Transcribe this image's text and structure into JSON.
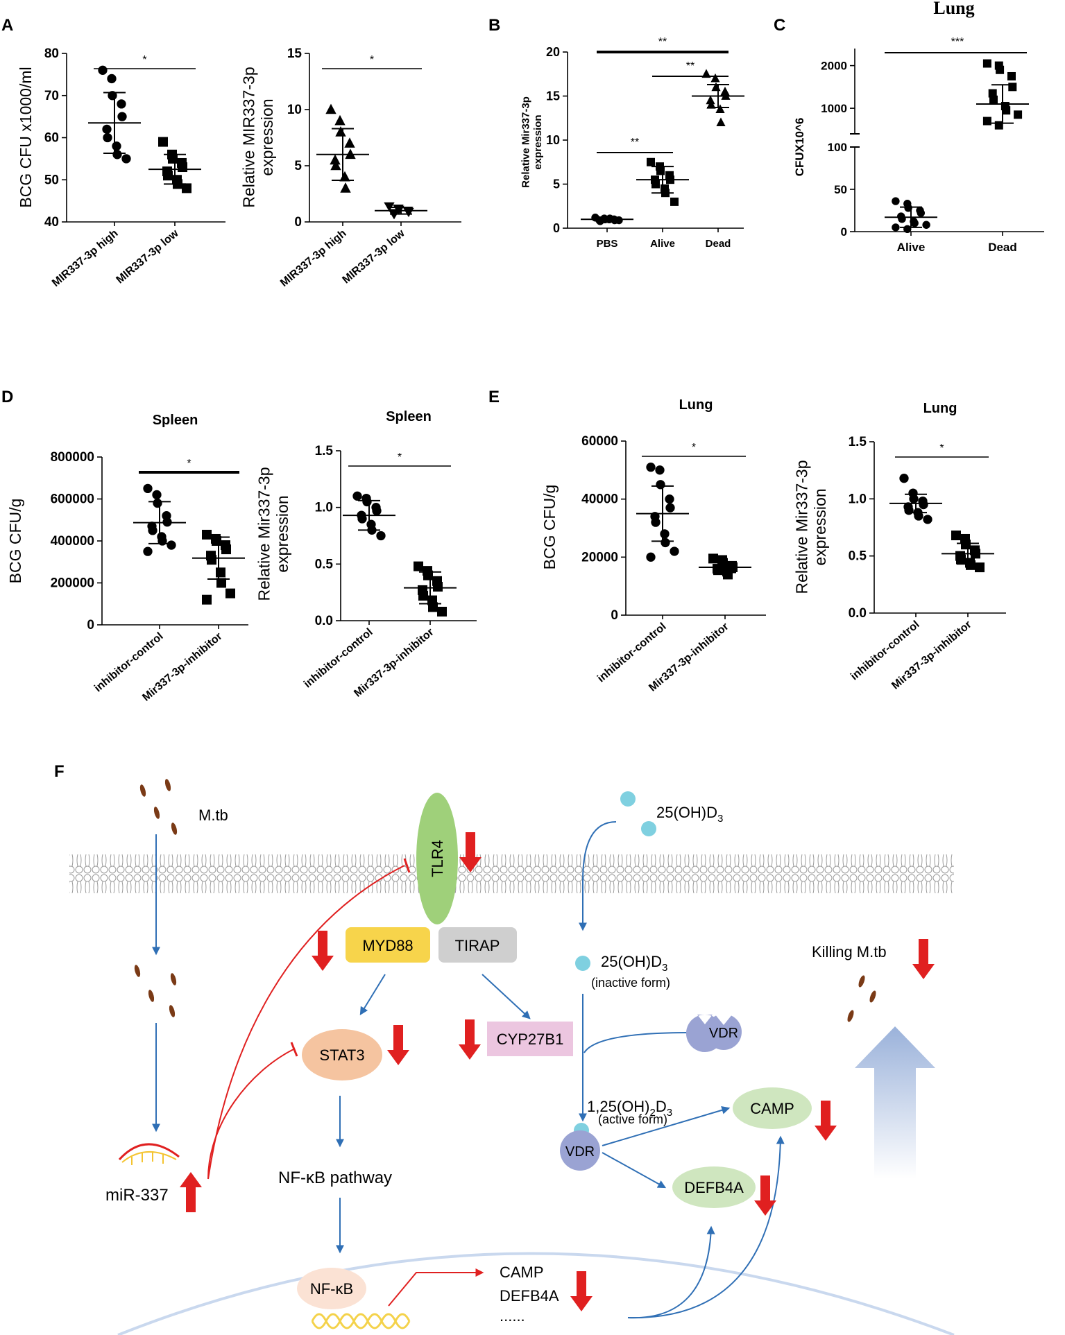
{
  "panel_labels": {
    "A": "A",
    "B": "B",
    "C": "C",
    "D": "D",
    "E": "E",
    "F": "F"
  },
  "chart_data": [
    {
      "id": "A1",
      "type": "scatter",
      "title": "",
      "ylabel": "BCG CFU x1000/ml",
      "categories": [
        "MIR337-3p high",
        "MIR337-3p low"
      ],
      "ylim": [
        40,
        80
      ],
      "yticks": [
        40,
        50,
        60,
        70,
        80
      ],
      "ytick_labels": [
        "40",
        "50",
        "60",
        "70",
        "80"
      ],
      "sig": "*",
      "series": [
        {
          "marker": "circle",
          "mean": 63.5,
          "sd": 7.2,
          "values": [
            76,
            74,
            70,
            68,
            65,
            62,
            60,
            58,
            56,
            55
          ]
        },
        {
          "marker": "square",
          "mean": 52.5,
          "sd": 3.5,
          "values": [
            59,
            56,
            55,
            54,
            53,
            52,
            51,
            50,
            49,
            48
          ]
        }
      ]
    },
    {
      "id": "A2",
      "type": "scatter",
      "title": "",
      "ylabel": "Relative MIR337-3p\nexpression",
      "categories": [
        "MIR337-3p high",
        "MIR337-3p low"
      ],
      "ylim": [
        0,
        15
      ],
      "yticks": [
        0,
        5,
        10,
        15
      ],
      "ytick_labels": [
        "0",
        "5",
        "10",
        "15"
      ],
      "sig": "*",
      "series": [
        {
          "marker": "triangle",
          "mean": 6,
          "sd": 2.3,
          "values": [
            10,
            9,
            8,
            7,
            6,
            5.5,
            5,
            4,
            3
          ]
        },
        {
          "marker": "triangle-down",
          "mean": 1,
          "sd": 0.3,
          "values": [
            1.4,
            1.2,
            1.1,
            1,
            0.9,
            0.8,
            0.7
          ]
        }
      ]
    },
    {
      "id": "B",
      "type": "scatter",
      "title": "",
      "ylabel": "Relative Mir337-3p\nexpression",
      "categories": [
        "PBS",
        "Alive",
        "Dead"
      ],
      "ylim": [
        0,
        20
      ],
      "yticks": [
        0,
        5,
        10,
        15,
        20
      ],
      "ytick_labels": [
        "0",
        "5",
        "10",
        "15",
        "20"
      ],
      "sig_pairs": [
        {
          "from": 0,
          "to": 1,
          "label": "**"
        },
        {
          "from": 1,
          "to": 2,
          "label": "**"
        },
        {
          "from": 0,
          "to": 2,
          "label": "**"
        }
      ],
      "series": [
        {
          "marker": "circle",
          "mean": 1,
          "sd": 0.15,
          "values": [
            1.2,
            1.1,
            1,
            1,
            0.9,
            0.9,
            0.8,
            1,
            1.1,
            0.9
          ]
        },
        {
          "marker": "square",
          "mean": 5.5,
          "sd": 1.5,
          "values": [
            7.5,
            7,
            6.5,
            6,
            5.5,
            5.5,
            5,
            4.5,
            4,
            3
          ]
        },
        {
          "marker": "triangle",
          "mean": 15,
          "sd": 1.3,
          "values": [
            17.5,
            17,
            16,
            15.5,
            15,
            14.5,
            14,
            13.5,
            12
          ]
        }
      ]
    },
    {
      "id": "C",
      "type": "scatter",
      "title": "Lung",
      "ylabel": "CFUX10^6",
      "categories": [
        "Alive",
        "Dead"
      ],
      "ylim_lower": [
        0,
        100
      ],
      "yticks_lower": [
        0,
        50,
        100
      ],
      "ytick_labels_lower": [
        "0",
        "50",
        "100"
      ],
      "ylim_upper": [
        400,
        2400
      ],
      "yticks_upper": [
        1000,
        2000
      ],
      "ytick_labels_upper": [
        "1000",
        "2000"
      ],
      "axis_break": true,
      "sig": "***",
      "series": [
        {
          "marker": "circle",
          "mean": 17,
          "sd": 12,
          "values": [
            36,
            33,
            28,
            25,
            22,
            18,
            15,
            12,
            10,
            8,
            5,
            3
          ]
        },
        {
          "marker": "square",
          "mean": 1100,
          "sd": 450,
          "values": [
            2050,
            2000,
            1900,
            1750,
            1500,
            1350,
            1200,
            1050,
            950,
            850,
            700,
            600
          ]
        }
      ]
    },
    {
      "id": "D1",
      "type": "scatter",
      "title": "Spleen",
      "ylabel": "BCG CFU/g",
      "categories": [
        "inhibitor-control",
        "Mir337-3p-inhibitor"
      ],
      "ylim": [
        0,
        800000
      ],
      "yticks": [
        0,
        200000,
        400000,
        600000,
        800000
      ],
      "ytick_labels": [
        "0",
        "200000",
        "400000",
        "600000",
        "800000"
      ],
      "sig": "*",
      "series": [
        {
          "marker": "circle",
          "mean": 487000,
          "sd": 100000,
          "values": [
            650000,
            620000,
            580000,
            520000,
            490000,
            470000,
            450000,
            420000,
            400000,
            380000,
            350000
          ]
        },
        {
          "marker": "square",
          "mean": 318000,
          "sd": 100000,
          "values": [
            430000,
            410000,
            400000,
            380000,
            360000,
            330000,
            310000,
            250000,
            200000,
            150000,
            120000
          ]
        }
      ]
    },
    {
      "id": "D2",
      "type": "scatter",
      "title": "Spleen",
      "ylabel": "Relative Mir337-3p\nexpression",
      "categories": [
        "inhibitor-control",
        "Mir337-3p-inhibitor"
      ],
      "ylim": [
        0,
        1.5
      ],
      "yticks": [
        0,
        0.5,
        1.0,
        1.5
      ],
      "ytick_labels": [
        "0.0",
        "0.5",
        "1.0",
        "1.5"
      ],
      "sig": "*",
      "series": [
        {
          "marker": "circle",
          "mean": 0.93,
          "sd": 0.13,
          "values": [
            1.1,
            1.08,
            1.05,
            1.0,
            0.97,
            0.93,
            0.9,
            0.85,
            0.8,
            0.75
          ]
        },
        {
          "marker": "square",
          "mean": 0.29,
          "sd": 0.14,
          "values": [
            0.48,
            0.44,
            0.4,
            0.35,
            0.3,
            0.27,
            0.22,
            0.18,
            0.12,
            0.08
          ]
        }
      ]
    },
    {
      "id": "E1",
      "type": "scatter",
      "title": "Lung",
      "ylabel": "BCG CFU/g",
      "categories": [
        "inhibitor-control",
        "Mir337-3p-inhibitor"
      ],
      "ylim": [
        0,
        60000
      ],
      "yticks": [
        0,
        20000,
        40000,
        60000
      ],
      "ytick_labels": [
        "0",
        "20000",
        "40000",
        "60000"
      ],
      "sig": "*",
      "series": [
        {
          "marker": "circle",
          "mean": 35000,
          "sd": 9500,
          "values": [
            51000,
            50000,
            45000,
            40000,
            37000,
            34000,
            32000,
            28000,
            25000,
            22000,
            20000
          ]
        },
        {
          "marker": "square",
          "mean": 16500,
          "sd": 1800,
          "values": [
            19500,
            19000,
            18000,
            17000,
            16500,
            16000,
            15500,
            15000,
            14000
          ]
        }
      ]
    },
    {
      "id": "E2",
      "type": "scatter",
      "title": "Lung",
      "ylabel": "Relative Mir337-3p\nexpression",
      "categories": [
        "inhibitor-control",
        "Mir337-3p-inhibitor"
      ],
      "ylim": [
        0,
        1.5
      ],
      "yticks": [
        0,
        0.5,
        1.0,
        1.5
      ],
      "ytick_labels": [
        "0.0",
        "0.5",
        "1.0",
        "1.5"
      ],
      "sig": "*",
      "series": [
        {
          "marker": "circle",
          "mean": 0.96,
          "sd": 0.08,
          "values": [
            1.18,
            1.05,
            1.0,
            0.98,
            0.95,
            0.93,
            0.9,
            0.88,
            0.85,
            0.82
          ]
        },
        {
          "marker": "square",
          "mean": 0.52,
          "sd": 0.09,
          "values": [
            0.68,
            0.65,
            0.6,
            0.55,
            0.52,
            0.5,
            0.47,
            0.44,
            0.42,
            0.4
          ]
        }
      ]
    }
  ],
  "diagram": {
    "mtb": "M.tb",
    "tlr4": "TLR4",
    "myd88": "MYD88",
    "tirap": "TIRAP",
    "stat3": "STAT3",
    "nfkb_pathway": "NF-κB pathway",
    "nfkb": "NF-κB",
    "mir337": "miR-337",
    "cyp27b1": "CYP27B1",
    "vitd_out": "25(OH)D",
    "vitd_in": "25(OH)D",
    "inactive": "(inactive form)",
    "vitd_active_1": "1,25(OH)",
    "vitd_active_2": "D",
    "active": "(active form)",
    "vdr1": "VDR",
    "vdr2": "VDR",
    "camp": "CAMP",
    "defb4a": "DEFB4A",
    "nuc_camp": "CAMP",
    "nuc_defb4a": "DEFB4A",
    "nuc_more": "......",
    "killing": "Killing M.tb",
    "sub2": "2",
    "sub3": "3",
    "colors": {
      "myd88": "#f7d44b",
      "tirap": "#cfcfcf",
      "tlr4": "#9fd07a",
      "stat3": "#f5c4a0",
      "vdr": "#9aa3d3",
      "cyp": "#ecc6e0",
      "camp": "#cfe6bf",
      "arrow_red": "#e02020",
      "arrow_blue": "#2f6fb5"
    }
  }
}
